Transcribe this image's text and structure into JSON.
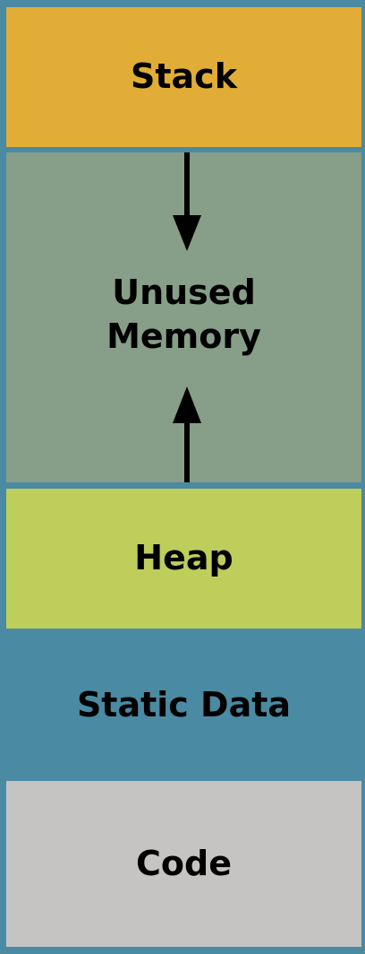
{
  "segments": {
    "stack": {
      "label": "Stack",
      "color": "#e1ad36"
    },
    "unused": {
      "label": "Unused\nMemory",
      "color": "#879e88"
    },
    "heap": {
      "label": "Heap",
      "color": "#bfcd5b"
    },
    "static": {
      "label": "Static Data",
      "color": "#4a8aa2"
    },
    "code": {
      "label": "Code",
      "color": "#c6c4c3"
    }
  },
  "arrows": {
    "stack_growth": "arrow-down-icon",
    "heap_growth": "arrow-up-icon"
  },
  "colors": {
    "border": "#4a8aa2",
    "arrow": "#000000"
  }
}
